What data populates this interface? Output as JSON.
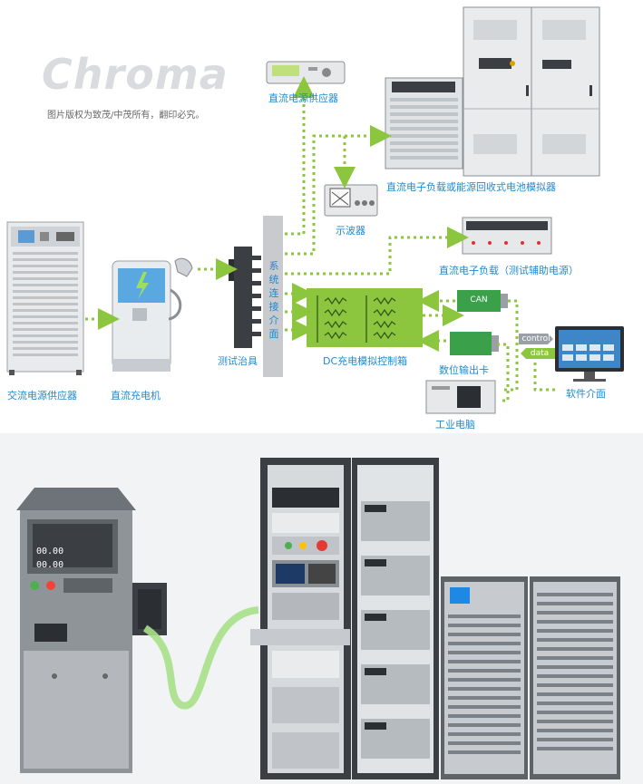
{
  "brand": {
    "logo_text": "Chroma",
    "copyright": "图片版权为致茂/中茂所有，翻印必究。"
  },
  "labels": {
    "ac_power_supply": "交流电源供应器",
    "dc_charger": "直流充电机",
    "test_fixture": "测试治具",
    "system_interface": [
      "系",
      "统",
      "连",
      "接",
      "介",
      "面"
    ],
    "dc_power_supply": "直流电源供应器",
    "oscilloscope": "示波器",
    "dc_load_battery_sim": "直流电子负载或能源回收式电池模拟器",
    "dc_load_aux": "直流电子负载（测试辅助电源）",
    "dc_charge_control_box": "DC充电模拟控制箱",
    "can": "CAN",
    "digital_output_card": "数位输出卡",
    "industrial_pc": "工业电脑",
    "control": "control",
    "data": "data",
    "software_interface": "软件介面"
  },
  "displays": {
    "charger_reading_1": "00.00",
    "charger_reading_2": "00.00"
  },
  "colors": {
    "accent_blue": "#1f8ad0",
    "arrow_green": "#8cc63f",
    "box_green": "#8cc63f",
    "card_green": "#3aa04a",
    "interface_gray": "#c8cacd",
    "cable_green": "#a8e08a"
  }
}
